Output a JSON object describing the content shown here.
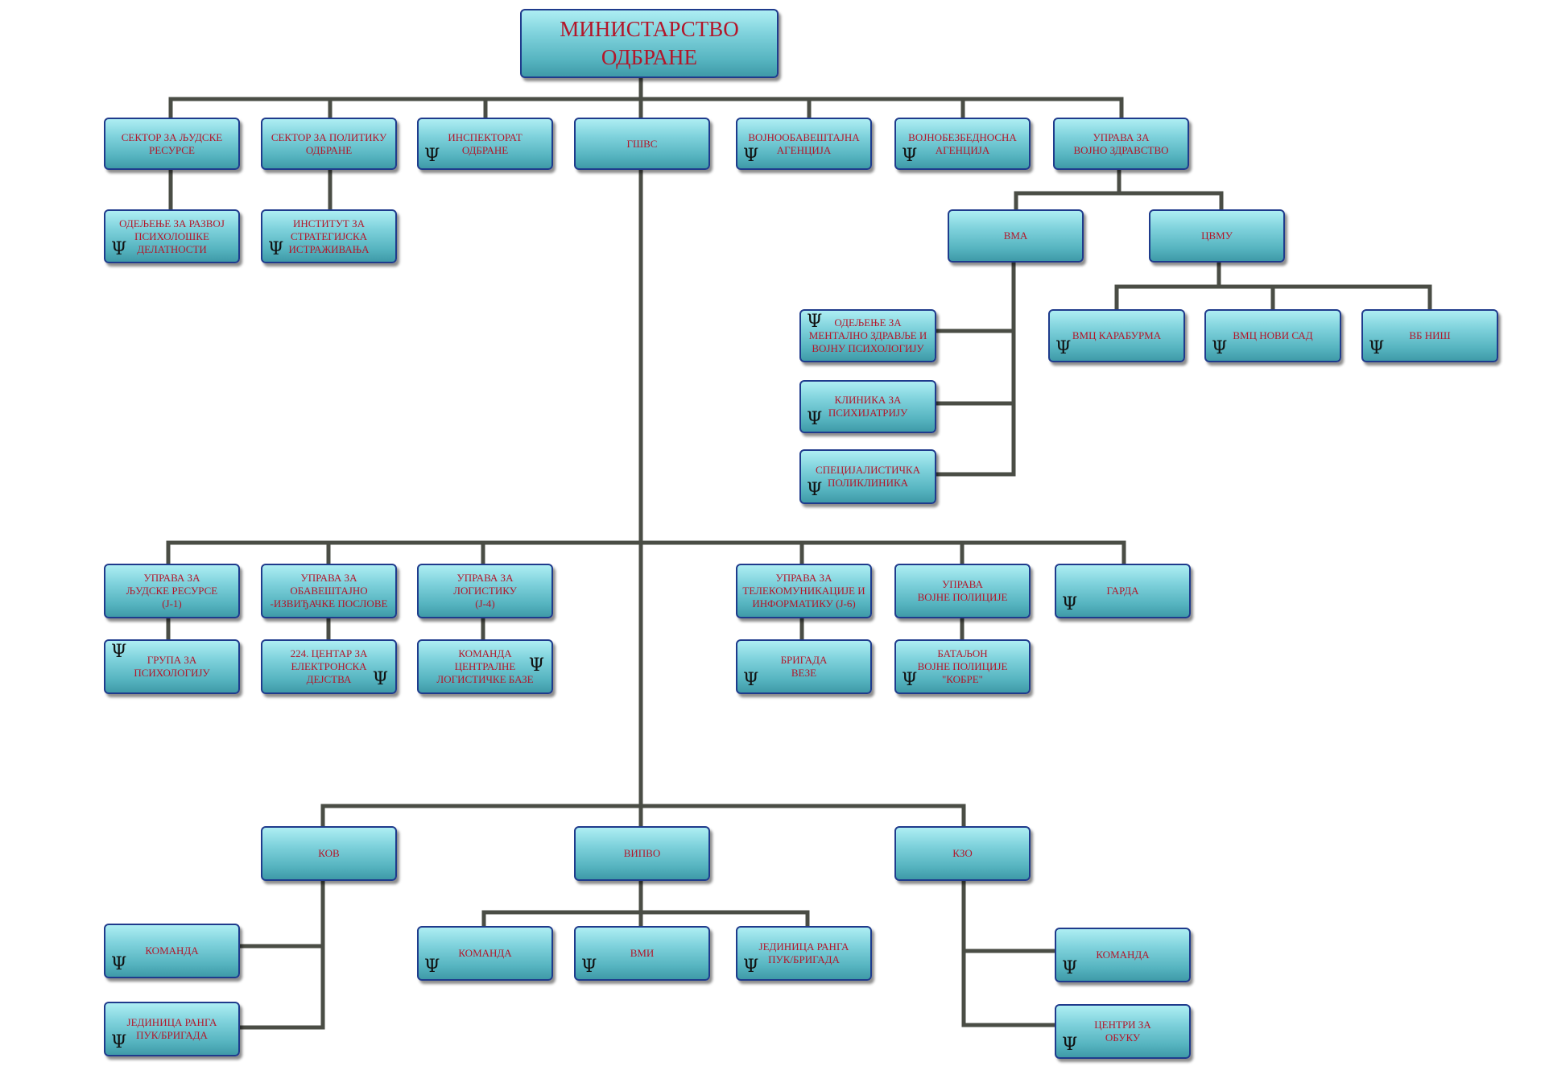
{
  "colors": {
    "connector": "#4a4d45",
    "label": "#b3162a",
    "border": "#1f3b8c"
  },
  "psi_symbol": "Ψ",
  "root": {
    "label": "МИНИСТАРСТВО\nОДБРАНЕ"
  },
  "top_level": [
    {
      "label": "СЕКТОР ЗА ЉУДСКЕ\nРЕСУРСЕ"
    },
    {
      "label": "СЕКТОР ЗА ПОЛИТИКУ\nОДБРАНЕ"
    },
    {
      "label": "ИНСПЕКТОРАТ\nОДБРАНЕ"
    },
    {
      "label": "ГШВС"
    },
    {
      "label": "ВОЈНООБАВЕШТАЈНА\nАГЕНЦИЈА"
    },
    {
      "label": "ВОЈНОБЕЗБЕДНОСНА\nАГЕНЦИЈА"
    },
    {
      "label": "УПРАВА ЗА\nВОЈНО ЗДРАВСТВО"
    }
  ],
  "sector_sub": [
    {
      "label": "ОДЕЉЕЊЕ ЗА РАЗВОЈ\nПСИХОЛОШКЕ\nДЕЛАТНОСТИ"
    },
    {
      "label": "ИНСТИТУТ ЗА\nСТРАТЕГИЈСКА\nИСТРАЖИВАЊА"
    }
  ],
  "health": {
    "vma": {
      "label": "ВМА"
    },
    "cvmu": {
      "label": "ЦВМУ"
    },
    "vma_units": [
      {
        "label": "ОДЕЉЕЊЕ ЗА\nМЕНТАЛНО ЗДРАВЉЕ И\nВОЈНУ ПСИХОЛОГИЈУ"
      },
      {
        "label": "КЛИНИКА ЗА\nПСИХИЈАТРИЈУ"
      },
      {
        "label": "СПЕЦИЈАЛИСТИЧКА\nПОЛИКЛИНИКА"
      }
    ],
    "cvmu_units": [
      {
        "label": "ВМЦ КАРАБУРМА"
      },
      {
        "label": "ВМЦ  НОВИ САД"
      },
      {
        "label": "ВБ  НИШ"
      }
    ]
  },
  "gs_units": [
    {
      "label": "УПРАВА ЗА\nЉУДСКЕ РЕСУРСЕ\n(Ј-1)"
    },
    {
      "label": "УПРАВА ЗА\nОБАВЕШТАЈНО\n-ИЗВИЂАЧКЕ ПОСЛОВЕ"
    },
    {
      "label": "УПРАВА ЗА\nЛОГИСТИКУ\n(Ј-4)"
    },
    {
      "label": "УПРАВА ЗА\nТЕЛЕКОМУНИКАЦИЈЕ И\nИНФОРМАТИКУ (Ј-6)"
    },
    {
      "label": "УПРАВА\nВОЈНЕ ПОЛИЦИЈЕ"
    },
    {
      "label": "ГАРДА"
    }
  ],
  "gs_sub": [
    {
      "label": "ГРУПА ЗА\nПСИХОЛОГИЈУ"
    },
    {
      "label": "224. ЦЕНТАР ЗА\nЕЛЕКТРОНСКА\nДЕЈСТВА"
    },
    {
      "label": "КОМАНДА\nЦЕНТРАЛНЕ\nЛОГИСТИЧКЕ БАЗЕ"
    },
    {
      "label": "БРИГАДА\nВЕЗЕ"
    },
    {
      "label": "БАТАЉОН\nВОЈНЕ ПОЛИЦИЈЕ\n\"КОБРЕ\""
    }
  ],
  "commands": [
    {
      "label": "КОВ"
    },
    {
      "label": "ВИПВО"
    },
    {
      "label": "КЗО"
    }
  ],
  "kov_units": [
    {
      "label": "КОМАНДА"
    },
    {
      "label": "ЈЕДИНИЦА РАНГА\nПУК/БРИГАДА"
    }
  ],
  "vipvo_units": [
    {
      "label": "КОМАНДА"
    },
    {
      "label": "ВМИ"
    },
    {
      "label": "ЈЕДИНИЦА РАНГА\nПУК/БРИГАДА"
    }
  ],
  "kzo_units": [
    {
      "label": "КОМАНДА"
    },
    {
      "label": "ЦЕНТРИ ЗА\nОБУКУ"
    }
  ]
}
